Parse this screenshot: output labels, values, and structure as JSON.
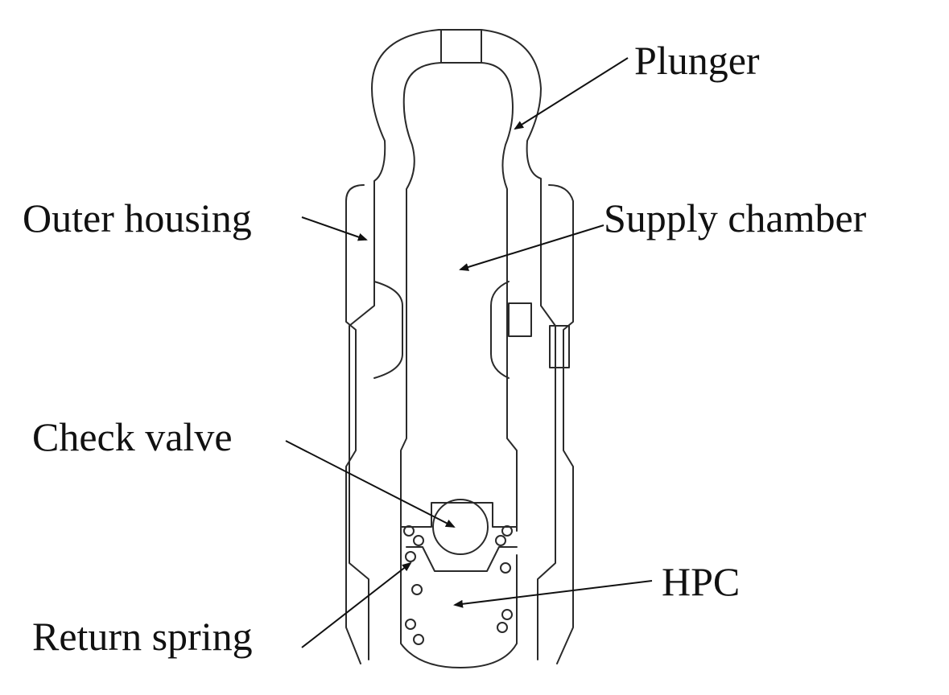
{
  "diagram": {
    "labels": {
      "plunger": "Plunger",
      "outer_housing": "Outer housing",
      "supply_chamber": "Supply chamber",
      "check_valve": "Check valve",
      "hpc": "HPC",
      "return_spring": "Return spring"
    },
    "colors": {
      "line": "#2a2a2a",
      "text": "#111111",
      "background": "#ffffff"
    }
  }
}
